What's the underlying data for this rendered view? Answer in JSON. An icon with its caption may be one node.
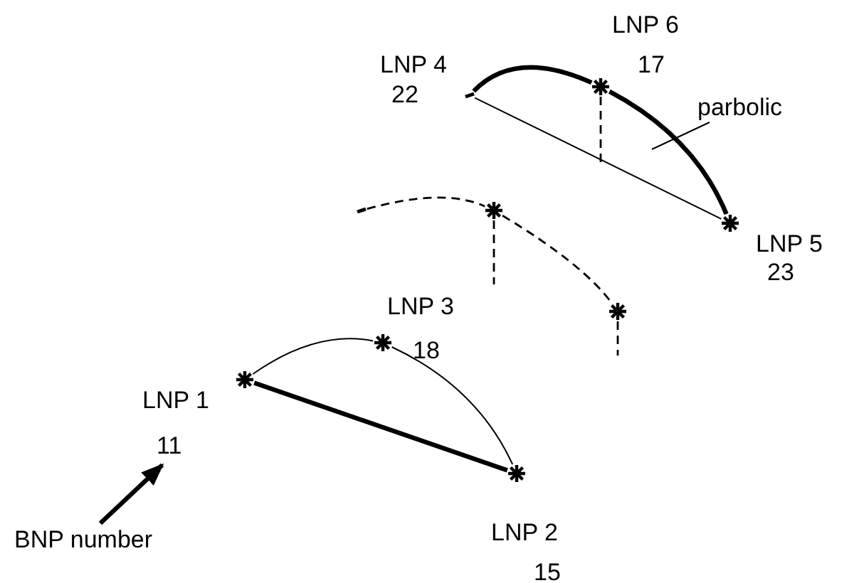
{
  "diagram": {
    "nodes": [
      {
        "text": [],
        "shape": "star",
        "beside": [
          "LNP 1",
          "11"
        ]
      },
      {
        "text": [],
        "shape": "star",
        "beside": [
          "LNP 3",
          "18"
        ]
      },
      {
        "text": [],
        "shape": "star",
        "beside": [
          "LNP 2",
          "15"
        ]
      },
      {
        "text": [],
        "shape": "dot",
        "beside": [
          "LNP 4",
          "22"
        ]
      },
      {
        "text": [],
        "shape": "star",
        "beside": [
          "LNP 6",
          "17"
        ]
      },
      {
        "text": [],
        "shape": "star",
        "beside": [
          "LNP 5",
          "23"
        ]
      },
      {
        "text": [],
        "shape": "dot"
      },
      {
        "text": [],
        "shape": "star"
      },
      {
        "text": [],
        "shape": "star"
      },
      {
        "text": [
          "BNP number"
        ]
      },
      {
        "text": [
          "parbolic"
        ]
      }
    ],
    "edges": [
      {
        "from": 0,
        "to": 1,
        "arrow": "none"
      },
      {
        "from": 1,
        "to": 2,
        "arrow": "none"
      },
      {
        "from": 0,
        "to": 2,
        "arrow": "none",
        "style": "thick"
      },
      {
        "from": 3,
        "to": 4,
        "arrow": "none",
        "style": "thick"
      },
      {
        "from": 4,
        "to": 5,
        "arrow": "none",
        "style": "thick"
      },
      {
        "from": 3,
        "to": 5,
        "arrow": "none"
      },
      {
        "from": 4,
        "to": null,
        "arrow": "none",
        "style": "dashed"
      },
      {
        "from": 6,
        "to": 7,
        "arrow": "none",
        "style": "dashed"
      },
      {
        "from": 7,
        "to": 8,
        "arrow": "none",
        "style": "dashed"
      },
      {
        "from": 7,
        "to": null,
        "arrow": "none",
        "style": "dashed"
      },
      {
        "from": 8,
        "to": null,
        "arrow": "none",
        "style": "dashed"
      },
      {
        "from": 9,
        "to": 0,
        "arrow": "to",
        "style": "thick"
      },
      {
        "from": 10,
        "to": null,
        "arrow": "none"
      }
    ]
  }
}
